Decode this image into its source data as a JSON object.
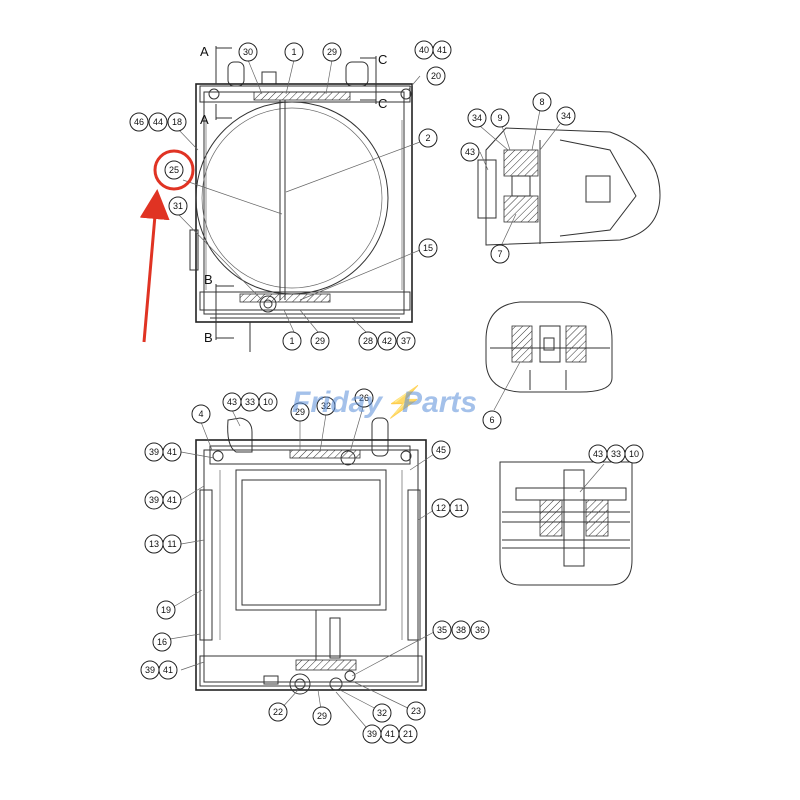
{
  "watermark": {
    "part1": "Friday",
    "part2": "Parts"
  },
  "section_labels": {
    "a": "A",
    "b": "B",
    "c": "C"
  },
  "highlight": {
    "color": "#e03323",
    "target": "25"
  },
  "callouts": [
    {
      "id": "c1",
      "label": "30"
    },
    {
      "id": "c2",
      "label": "1"
    },
    {
      "id": "c3",
      "label": "29"
    },
    {
      "id": "c4",
      "label": "40"
    },
    {
      "id": "c5",
      "label": "41"
    },
    {
      "id": "c6",
      "label": "20"
    },
    {
      "id": "c7",
      "label": "46"
    },
    {
      "id": "c8",
      "label": "44"
    },
    {
      "id": "c9",
      "label": "18"
    },
    {
      "id": "c10",
      "label": "2"
    },
    {
      "id": "c11",
      "label": "25"
    },
    {
      "id": "c12",
      "label": "31"
    },
    {
      "id": "c13",
      "label": "15"
    },
    {
      "id": "c14",
      "label": "1"
    },
    {
      "id": "c15",
      "label": "29"
    },
    {
      "id": "c16",
      "label": "28"
    },
    {
      "id": "c17",
      "label": "42"
    },
    {
      "id": "c18",
      "label": "37"
    },
    {
      "id": "c19",
      "label": "34"
    },
    {
      "id": "c20",
      "label": "9"
    },
    {
      "id": "c21",
      "label": "8"
    },
    {
      "id": "c22",
      "label": "34"
    },
    {
      "id": "c23",
      "label": "43"
    },
    {
      "id": "c24",
      "label": "7"
    },
    {
      "id": "c25",
      "label": "6"
    },
    {
      "id": "c26",
      "label": "43"
    },
    {
      "id": "c27",
      "label": "33"
    },
    {
      "id": "c28",
      "label": "10"
    },
    {
      "id": "c29",
      "label": "4"
    },
    {
      "id": "c30",
      "label": "29"
    },
    {
      "id": "c31",
      "label": "32"
    },
    {
      "id": "c32",
      "label": "26"
    },
    {
      "id": "c33",
      "label": "39"
    },
    {
      "id": "c34",
      "label": "41"
    },
    {
      "id": "c35",
      "label": "45"
    },
    {
      "id": "c36",
      "label": "39"
    },
    {
      "id": "c37",
      "label": "41"
    },
    {
      "id": "c38",
      "label": "12"
    },
    {
      "id": "c39",
      "label": "11"
    },
    {
      "id": "c40",
      "label": "13"
    },
    {
      "id": "c41",
      "label": "11"
    },
    {
      "id": "c42",
      "label": "19"
    },
    {
      "id": "c43",
      "label": "16"
    },
    {
      "id": "c44",
      "label": "39"
    },
    {
      "id": "c45",
      "label": "41"
    },
    {
      "id": "c46",
      "label": "35"
    },
    {
      "id": "c47",
      "label": "38"
    },
    {
      "id": "c48",
      "label": "36"
    },
    {
      "id": "c49",
      "label": "22"
    },
    {
      "id": "c50",
      "label": "29"
    },
    {
      "id": "c51",
      "label": "32"
    },
    {
      "id": "c52",
      "label": "23"
    },
    {
      "id": "c53",
      "label": "39"
    },
    {
      "id": "c54",
      "label": "41"
    },
    {
      "id": "c55",
      "label": "21"
    },
    {
      "id": "c56",
      "label": "43"
    },
    {
      "id": "c57",
      "label": "33"
    },
    {
      "id": "c58",
      "label": "10"
    }
  ]
}
